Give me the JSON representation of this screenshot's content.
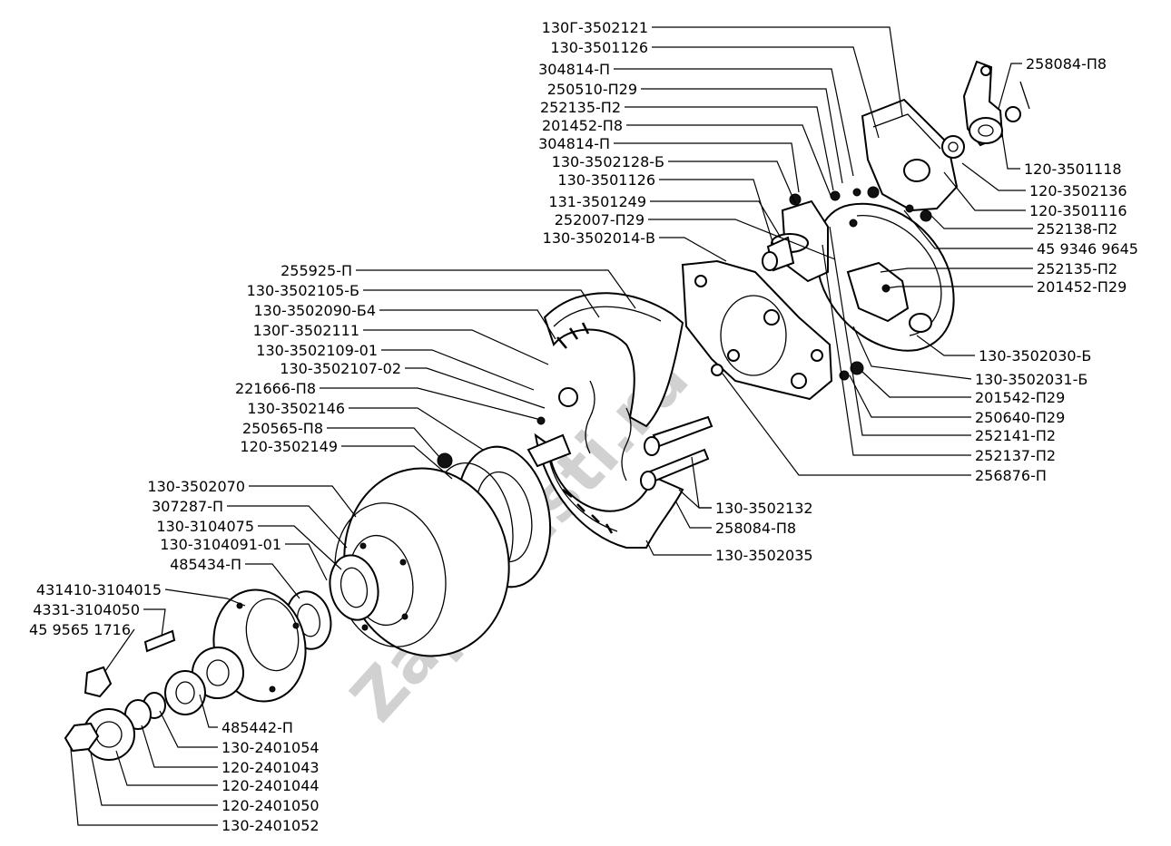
{
  "watermark": "Zapchasti.ru",
  "callouts": [
    {
      "id": "c01",
      "text": "130Г-3502121"
    },
    {
      "id": "c02",
      "text": "130-3501126"
    },
    {
      "id": "c03",
      "text": "304814-П"
    },
    {
      "id": "c04",
      "text": "250510-П29"
    },
    {
      "id": "c05",
      "text": "252135-П2"
    },
    {
      "id": "c06",
      "text": "201452-П8"
    },
    {
      "id": "c07",
      "text": "304814-П"
    },
    {
      "id": "c08",
      "text": "130-3502128-Б"
    },
    {
      "id": "c09",
      "text": "130-3501126"
    },
    {
      "id": "c10",
      "text": "131-3501249"
    },
    {
      "id": "c11",
      "text": "252007-П29"
    },
    {
      "id": "c12",
      "text": "130-3502014-В"
    },
    {
      "id": "c13",
      "text": "255925-П"
    },
    {
      "id": "c14",
      "text": "130-3502105-Б"
    },
    {
      "id": "c15",
      "text": "130-3502090-Б4"
    },
    {
      "id": "c16",
      "text": "130Г-3502111"
    },
    {
      "id": "c17",
      "text": "130-3502109-01"
    },
    {
      "id": "c18",
      "text": "130-3502107-02"
    },
    {
      "id": "c19",
      "text": "221666-П8"
    },
    {
      "id": "c20",
      "text": "130-3502146"
    },
    {
      "id": "c21",
      "text": "250565-П8"
    },
    {
      "id": "c22",
      "text": "120-3502149"
    },
    {
      "id": "c23",
      "text": "130-3502070"
    },
    {
      "id": "c24",
      "text": "307287-П"
    },
    {
      "id": "c25",
      "text": "130-3104075"
    },
    {
      "id": "c26",
      "text": "130-3104091-01"
    },
    {
      "id": "c27",
      "text": "485434-П"
    },
    {
      "id": "c28",
      "text": "431410-3104015"
    },
    {
      "id": "c29",
      "text": "4331-3104050"
    },
    {
      "id": "c30",
      "text": "45 9565 1716"
    },
    {
      "id": "c31",
      "text": "258084-П8"
    },
    {
      "id": "c32",
      "text": "120-3501118"
    },
    {
      "id": "c33",
      "text": "120-3502136"
    },
    {
      "id": "c34",
      "text": "120-3501116"
    },
    {
      "id": "c35",
      "text": "252138-П2"
    },
    {
      "id": "c36",
      "text": "45 9346 9645"
    },
    {
      "id": "c37",
      "text": "252135-П2"
    },
    {
      "id": "c38",
      "text": "201452-П29"
    },
    {
      "id": "c39",
      "text": "130-3502030-Б"
    },
    {
      "id": "c40",
      "text": "130-3502031-Б"
    },
    {
      "id": "c41",
      "text": "201542-П29"
    },
    {
      "id": "c42",
      "text": "250640-П29"
    },
    {
      "id": "c43",
      "text": "252141-П2"
    },
    {
      "id": "c44",
      "text": "252137-П2"
    },
    {
      "id": "c45",
      "text": "256876-П"
    },
    {
      "id": "c46",
      "text": "130-3502132"
    },
    {
      "id": "c47",
      "text": "258084-П8"
    },
    {
      "id": "c48",
      "text": "130-3502035"
    },
    {
      "id": "c49",
      "text": "485442-П"
    },
    {
      "id": "c50",
      "text": "130-2401054"
    },
    {
      "id": "c51",
      "text": "120-2401043"
    },
    {
      "id": "c52",
      "text": "120-2401044"
    },
    {
      "id": "c53",
      "text": "120-2401050"
    },
    {
      "id": "c54",
      "text": "130-2401052"
    }
  ]
}
